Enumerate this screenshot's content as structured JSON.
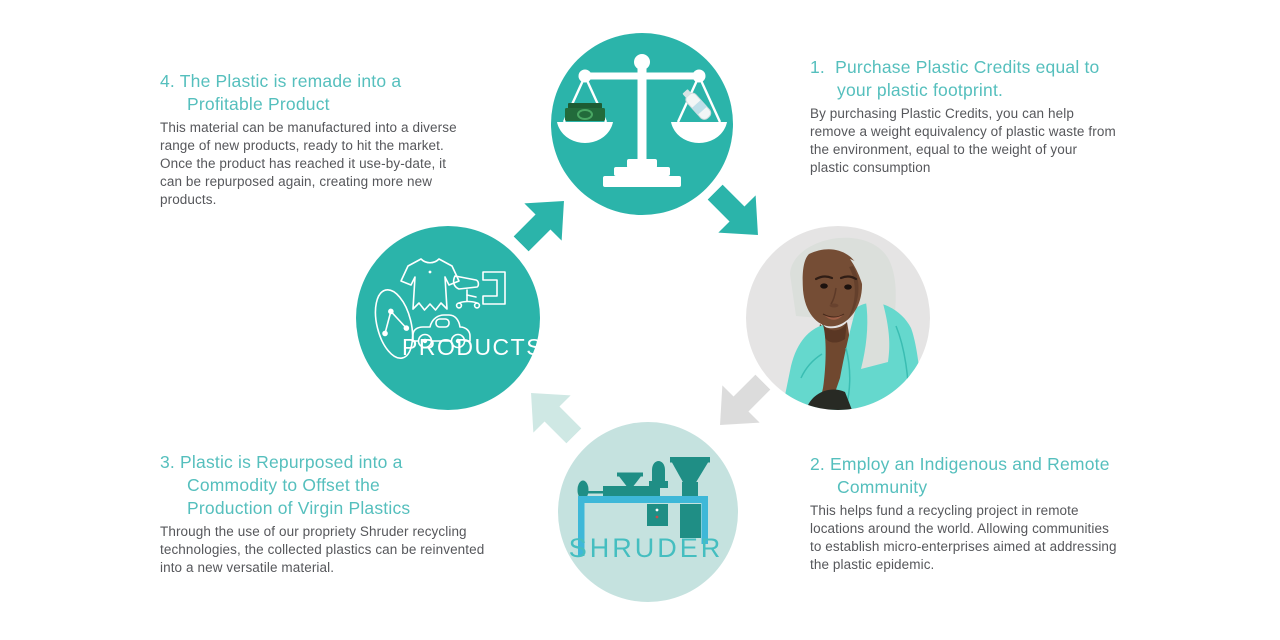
{
  "colors": {
    "teal": "#2bb4aa",
    "title_teal": "#55bfbd",
    "body_text": "#56575b",
    "gray_circle": "#e5e4e4",
    "pale_circle": "#c5e2df",
    "gray_arrow": "#dcdcdc",
    "pale_arrow": "#cfe8e4",
    "machine_teal": "#1f8e85",
    "table_cyan": "#3eb8d8",
    "shruder_text": "#45bec0",
    "white": "#ffffff"
  },
  "steps": [
    {
      "number": "1",
      "title_lines": [
        "1.  Purchase Plastic Credits equal to",
        "your plastic footprint."
      ],
      "body_lines": [
        "By purchasing Plastic Credits, you can help",
        "remove a weight equivalency of plastic waste from",
        "the environment, equal to the weight of your",
        "plastic consumption"
      ]
    },
    {
      "number": "2",
      "title_lines": [
        "2. Employ an Indigenous and Remote",
        "Community"
      ],
      "body_lines": [
        "This helps fund a recycling project in remote",
        "locations around the world. Allowing communities",
        "to establish micro-enterprises aimed at addressing",
        "the plastic epidemic."
      ]
    },
    {
      "number": "3",
      "title_lines": [
        "3. Plastic is Repurposed into a",
        "Commodity to Offset the",
        "Production of Virgin Plastics"
      ],
      "body_lines": [
        "Through the use of our propriety Shruder recycling",
        "technologies, the collected plastics can be reinvented",
        "into a new versatile material."
      ]
    },
    {
      "number": "4",
      "title_lines": [
        "4. The Plastic is remade into a",
        "Profitable Product"
      ],
      "body_lines": [
        "This material can be manufactured into a diverse",
        "range of new products, ready to hit the market.",
        "Once the product has reached it use-by-date, it",
        "can be repurposed again, creating more new",
        "products."
      ]
    }
  ],
  "circles": {
    "scale": {
      "icon": "balance-scale-icon"
    },
    "person": {
      "icon": "community-person-illustration"
    },
    "shruder": {
      "label": "SHRUDER",
      "icon": "shredder-machine-illustration"
    },
    "products": {
      "label": "PRODUCTS",
      "icons": [
        "flipflop-icon",
        "dress-icon",
        "office-chair-icon",
        "bracket-icon",
        "toy-car-icon"
      ]
    }
  }
}
